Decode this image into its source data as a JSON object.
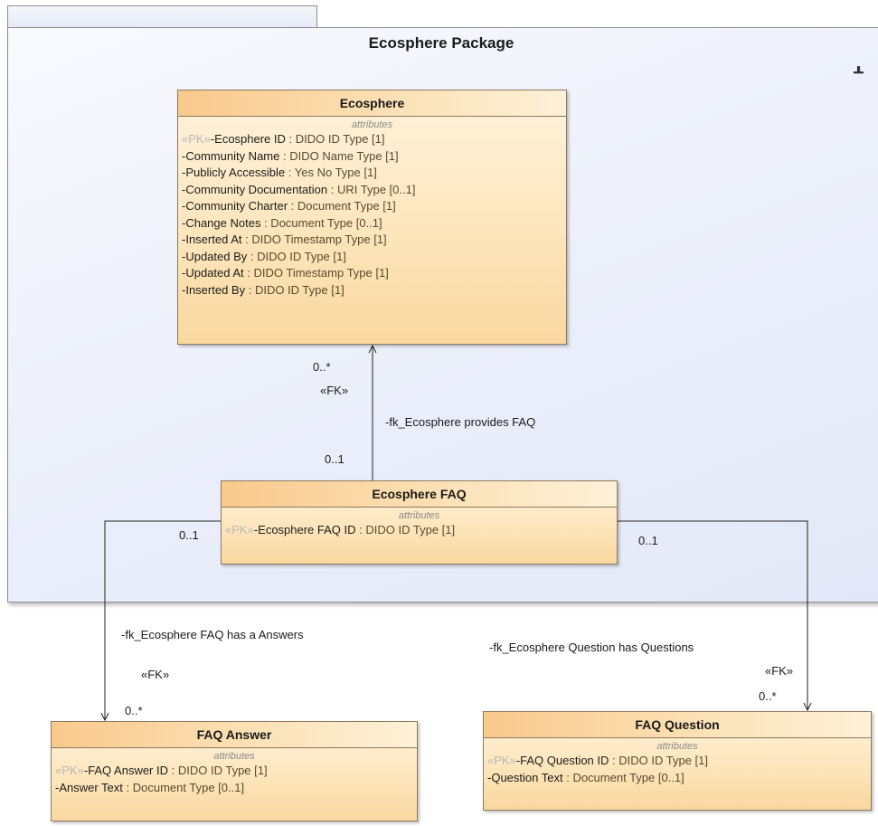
{
  "package": {
    "title": "Ecosphere Package",
    "icon": "package-structure-icon"
  },
  "classes": {
    "ecosphere": {
      "title": "Ecosphere",
      "compartment": "attributes",
      "attributes": [
        {
          "stereotype": "«PK»",
          "name": "-Ecosphere ID",
          "type": ": DIDO ID Type [1]"
        },
        {
          "stereotype": "",
          "name": "-Community Name",
          "type": ": DIDO Name Type [1]"
        },
        {
          "stereotype": "",
          "name": "-Publicly Accessible",
          "type": ": Yes No Type [1]"
        },
        {
          "stereotype": "",
          "name": "-Community Documentation",
          "type": ": URI Type [0..1]"
        },
        {
          "stereotype": "",
          "name": "-Community Charter",
          "type": ": Document Type [1]"
        },
        {
          "stereotype": "",
          "name": "-Change Notes",
          "type": ": Document Type [0..1]"
        },
        {
          "stereotype": "",
          "name": "-Inserted At",
          "type": ": DIDO Timestamp Type [1]"
        },
        {
          "stereotype": "",
          "name": "-Updated By",
          "type": ": DIDO ID Type [1]"
        },
        {
          "stereotype": "",
          "name": "-Updated At",
          "type": ": DIDO Timestamp Type [1]"
        },
        {
          "stereotype": "",
          "name": "-Inserted By",
          "type": ": DIDO ID Type [1]"
        }
      ]
    },
    "ecosphere_faq": {
      "title": "Ecosphere FAQ",
      "compartment": "attributes",
      "attributes": [
        {
          "stereotype": "«PK»",
          "name": "-Ecosphere FAQ ID",
          "type": ": DIDO ID Type [1]"
        }
      ]
    },
    "faq_answer": {
      "title": "FAQ Answer",
      "compartment": "attributes",
      "attributes": [
        {
          "stereotype": "«PK»",
          "name": "-FAQ Answer ID",
          "type": ": DIDO ID Type [1]"
        },
        {
          "stereotype": "",
          "name": "-Answer Text",
          "type": ": Document Type [0..1]"
        }
      ]
    },
    "faq_question": {
      "title": "FAQ Question",
      "compartment": "attributes",
      "attributes": [
        {
          "stereotype": "«PK»",
          "name": "-FAQ Question ID",
          "type": ": DIDO ID Type [1]"
        },
        {
          "stereotype": "",
          "name": "-Question Text",
          "type": ": Document Type [0..1]"
        }
      ]
    }
  },
  "associations": {
    "provides_faq": {
      "name": "-fk_Ecosphere provides FAQ",
      "stereotype": "«FK»",
      "target_multiplicity": "0..*",
      "source_multiplicity": "0..1"
    },
    "has_answers": {
      "name": "-fk_Ecosphere FAQ has a Answers",
      "stereotype": "«FK»",
      "source_multiplicity": "0..1",
      "target_multiplicity": "0..*"
    },
    "has_questions": {
      "name": "-fk_Ecosphere Question has Questions",
      "stereotype": "«FK»",
      "source_multiplicity": "0..1",
      "target_multiplicity": "0..*"
    }
  }
}
